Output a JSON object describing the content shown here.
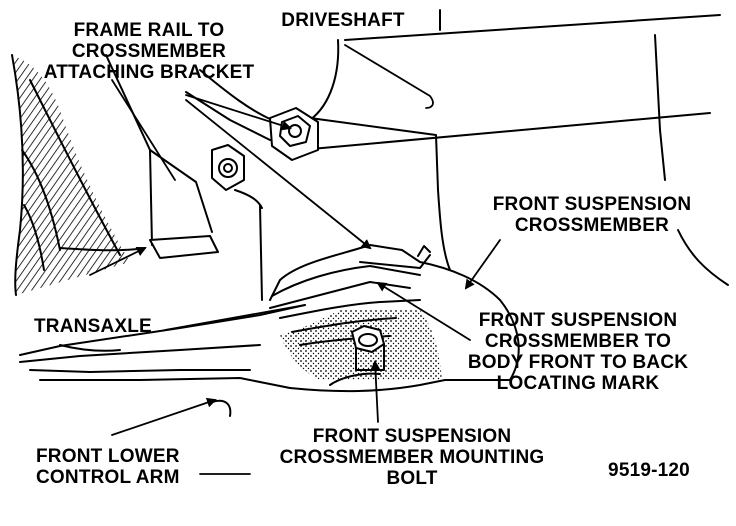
{
  "callouts": {
    "frame_rail_bracket": [
      "FRAME RAIL TO",
      "CROSSMEMBER",
      "ATTACHING BRACKET"
    ],
    "driveshaft": [
      "DRIVESHAFT"
    ],
    "front_suspension_crossmember": [
      "FRONT SUSPENSION",
      "CROSSMEMBER"
    ],
    "transaxle": [
      "TRANSAXLE"
    ],
    "locating_mark": [
      "FRONT SUSPENSION",
      "CROSSMEMBER TO",
      "BODY FRONT TO BACK",
      "LOCATING MARK"
    ],
    "lower_control_arm": [
      "FRONT LOWER",
      "CONTROL ARM"
    ],
    "mounting_bolt": [
      "FRONT SUSPENSION",
      "CROSSMEMBER MOUNTING",
      "BOLT"
    ]
  },
  "figure_number": "9519-120",
  "colors": {
    "ink": "#000000",
    "paper": "#ffffff"
  }
}
